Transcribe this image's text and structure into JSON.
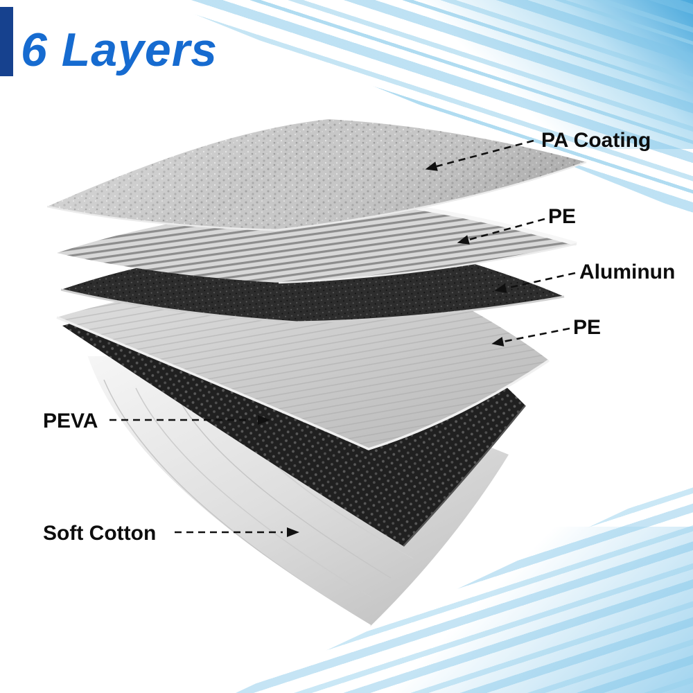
{
  "title": "6 Layers",
  "colors": {
    "title_blue": "#166bd0",
    "accent_bar": "#16418e",
    "stripe_light_blue": "#a9d9ee",
    "corner_blue": "#40a4da",
    "label_text": "#0d0d0d"
  },
  "layers": [
    {
      "label": "PA Coating",
      "texture": "rough-gray-coating",
      "label_side": "right"
    },
    {
      "label": "PE",
      "texture": "striped-gray-film",
      "label_side": "right"
    },
    {
      "label": "Aluminun",
      "texture": "dark-woven-foil",
      "label_side": "right"
    },
    {
      "label": "PE",
      "texture": "smooth-light-gray-film",
      "label_side": "right"
    },
    {
      "label": "PEVA",
      "texture": "black-perforated-sheet",
      "label_side": "left"
    },
    {
      "label": "Soft Cotton",
      "texture": "white-fabric-sheet",
      "label_side": "left"
    }
  ]
}
